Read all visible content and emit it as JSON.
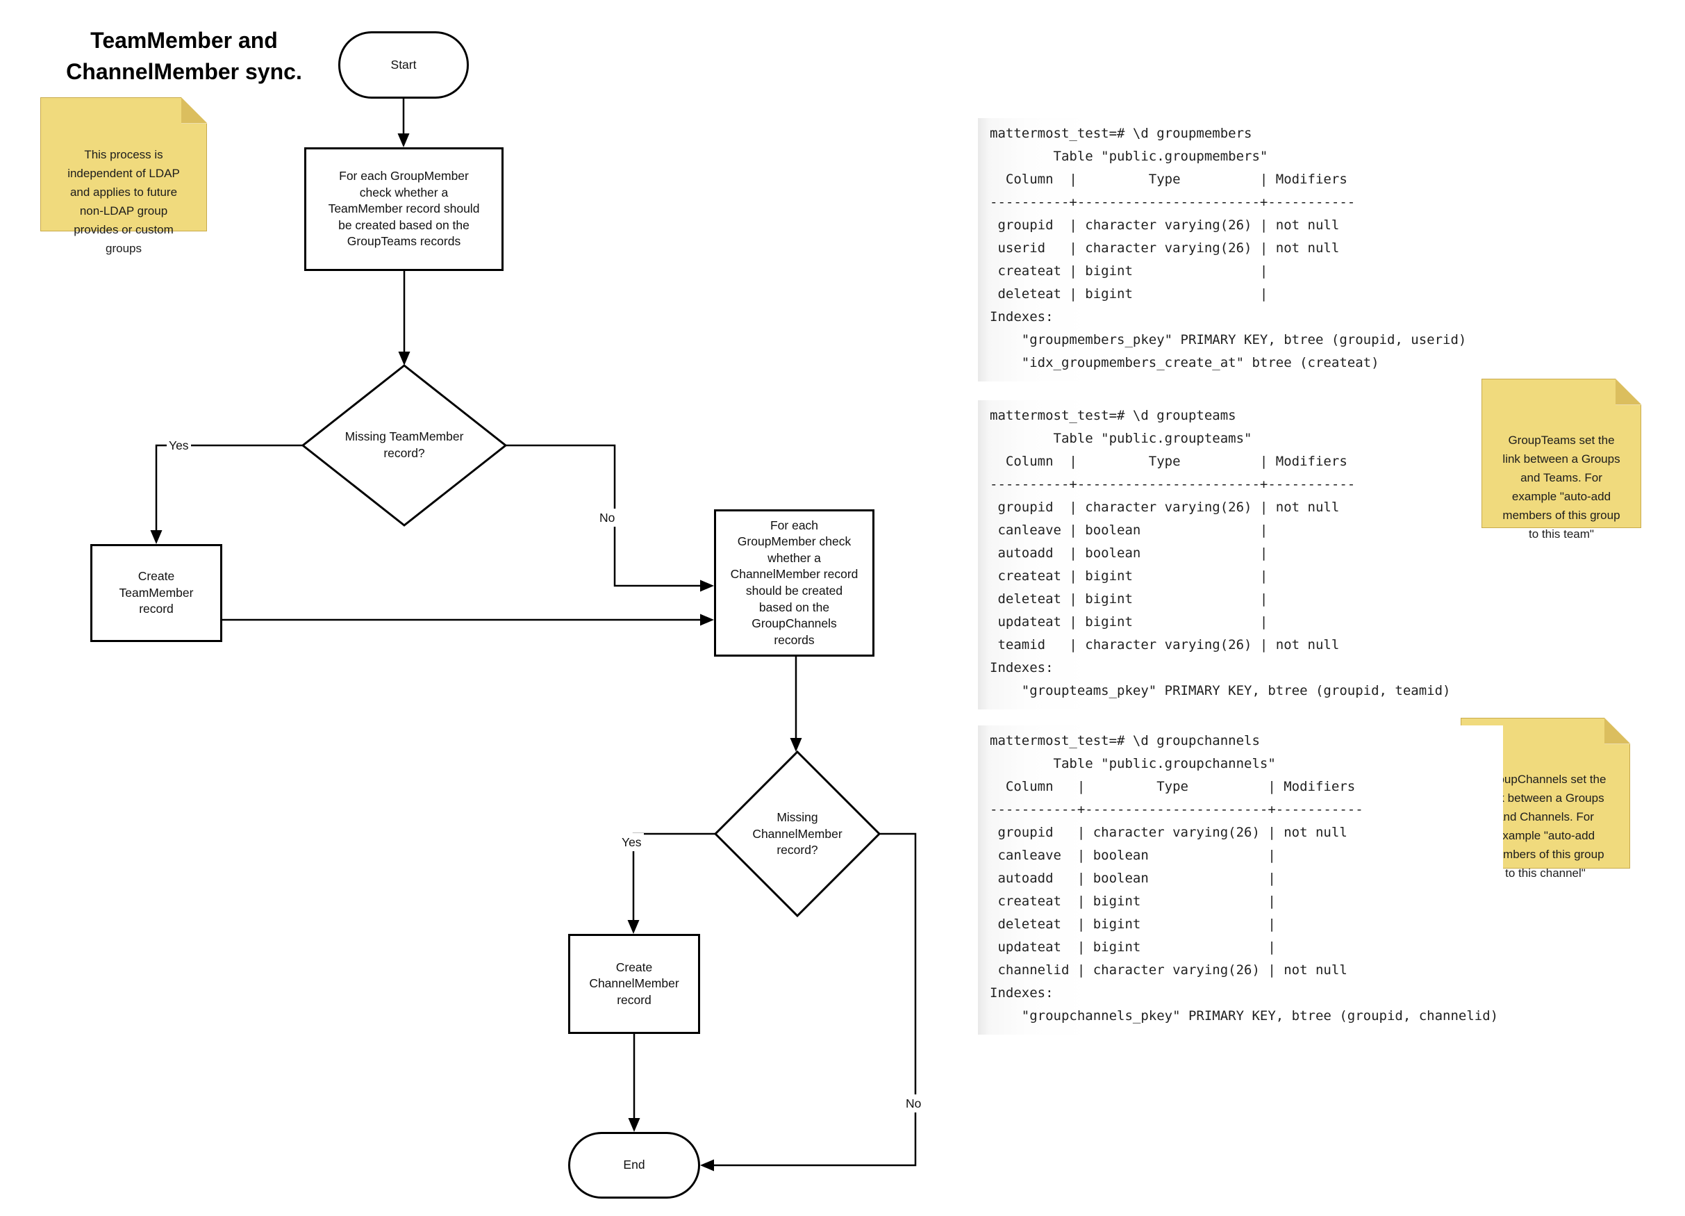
{
  "title": "TeamMember and\nChannelMember sync.",
  "flowchart": {
    "start_label": "Start",
    "process_teammember": "For each GroupMember\ncheck whether a\nTeamMember record should\nbe created based on the\nGroupTeams records",
    "decision_teammember": "Missing TeamMember\nrecord?",
    "create_teammember": "Create\nTeamMember\nrecord",
    "process_channelmember": "For each\nGroupMember check\nwhether a\nChannelMember record\nshould be created\nbased on the\nGroupChannels\nrecords",
    "decision_channelmember": "Missing\nChannelMember\nrecord?",
    "create_channelmember": "Create\nChannelMember\nrecord",
    "end_label": "End",
    "edge_labels": {
      "yes1": "Yes",
      "no1": "No",
      "yes2": "Yes",
      "no2": "No"
    }
  },
  "notes": {
    "ldap": "This process is\nindependent of LDAP\nand applies to future\nnon-LDAP group\nprovides or custom\ngroups",
    "groupteams": "GroupTeams set the\nlink between a Groups\nand Teams. For\nexample \"auto-add\nmembers of this group\nto this team\"",
    "groupchannels": "GroupChannels set the\nlink between a Groups\nand Channels. For\nexample \"auto-add\nmembers of this group\nto this channel\""
  },
  "terminals": {
    "groupmembers": "mattermost_test=# \\d groupmembers\n        Table \"public.groupmembers\"\n  Column  |         Type          | Modifiers \n----------+-----------------------+-----------\n groupid  | character varying(26) | not null\n userid   | character varying(26) | not null\n createat | bigint                | \n deleteat | bigint                | \nIndexes:\n    \"groupmembers_pkey\" PRIMARY KEY, btree (groupid, userid)\n    \"idx_groupmembers_create_at\" btree (createat)",
    "groupteams": "mattermost_test=# \\d groupteams\n        Table \"public.groupteams\"\n  Column  |         Type          | Modifiers \n----------+-----------------------+-----------\n groupid  | character varying(26) | not null\n canleave | boolean               | \n autoadd  | boolean               | \n createat | bigint                | \n deleteat | bigint                | \n updateat | bigint                | \n teamid   | character varying(26) | not null\nIndexes:\n    \"groupteams_pkey\" PRIMARY KEY, btree (groupid, teamid)",
    "groupchannels": "mattermost_test=# \\d groupchannels\n        Table \"public.groupchannels\"\n  Column   |         Type          | Modifiers \n-----------+-----------------------+-----------\n groupid   | character varying(26) | not null\n canleave  | boolean               | \n autoadd   | boolean               | \n createat  | bigint                | \n deleteat  | bigint                | \n updateat  | bigint                | \n channelid | character varying(26) | not null\nIndexes:\n    \"groupchannels_pkey\" PRIMARY KEY, btree (groupid, channelid)"
  },
  "colors": {
    "stroke": "#000000",
    "node_fill": "#ffffff",
    "note_fill": "#F0DA7D",
    "note_fold": "#DBBE5E",
    "note_border": "#C8AA4B"
  }
}
